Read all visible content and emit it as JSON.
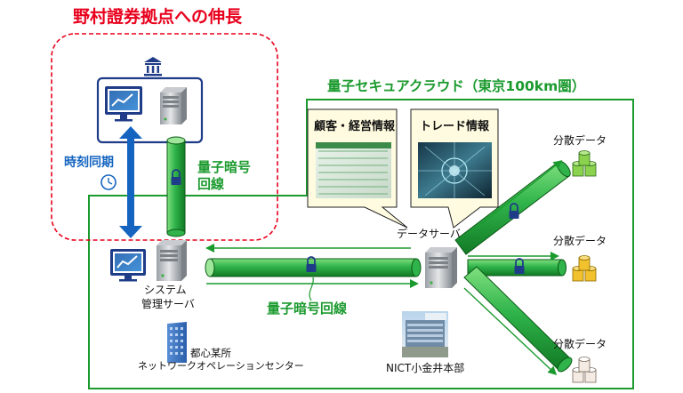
{
  "nomura": {
    "title": "野村證券拠点への伸長"
  },
  "cloud": {
    "title": "量子セキュアクラウド（東京100km圏）"
  },
  "time_sync": {
    "label": "時刻同期"
  },
  "branch_link": {
    "line1": "量子暗号",
    "line2": "回線"
  },
  "main_link": {
    "label": "量子暗号回線"
  },
  "data_server": {
    "label": "データサーバ"
  },
  "callouts": {
    "customer": "顧客・経営情報",
    "trade": "トレード情報"
  },
  "storage": [
    {
      "label": "分散データ",
      "color": "#8bd34f"
    },
    {
      "label": "分散データ",
      "color": "#f2c12e"
    },
    {
      "label": "分散データ",
      "color": "#f4ece4"
    }
  ],
  "system_server": {
    "line1": "システム",
    "line2": "管理サーバ"
  },
  "noc": {
    "line1": "都心某所",
    "line2": "ネットワークオペレーションセンター"
  },
  "nict": {
    "label": "NICT小金井本部"
  },
  "colors": {
    "red": "#e8001c",
    "green": "#1b9a2e",
    "tube": "#22b14c",
    "blue": "#1565c0",
    "navy": "#1f3c88"
  }
}
